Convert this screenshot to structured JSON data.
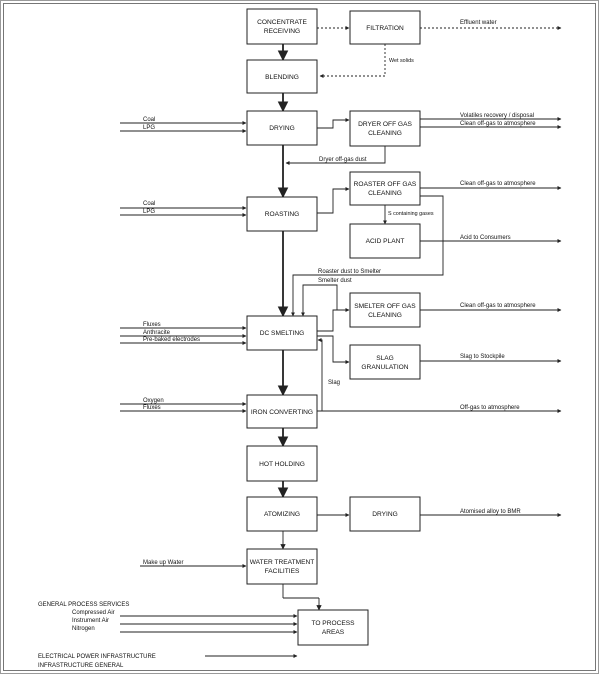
{
  "boxes": {
    "concentrate_receiving": [
      "CONCENTRATE",
      "RECEIVING"
    ],
    "filtration": [
      "FILTRATION"
    ],
    "blending": [
      "BLENDING"
    ],
    "drying": [
      "DRYING"
    ],
    "dryer_gas": [
      "DRYER OFF GAS",
      "CLEANING"
    ],
    "roasting": [
      "ROASTING"
    ],
    "roaster_gas": [
      "ROASTER OFF GAS",
      "CLEANING"
    ],
    "acid_plant": [
      "ACID PLANT"
    ],
    "dc_smelting": [
      "DC SMELTING"
    ],
    "smelter_gas": [
      "SMELTER OFF GAS",
      "CLEANING"
    ],
    "slag_granulation": [
      "SLAG",
      "GRANULATION"
    ],
    "iron_converting": [
      "IRON CONVERTING"
    ],
    "hot_holding": [
      "HOT HOLDING"
    ],
    "atomizing": [
      "ATOMIZING"
    ],
    "drying2": [
      "DRYING"
    ],
    "water_treatment": [
      "WATER TREATMENT",
      "FACILITIES"
    ],
    "process_areas": [
      "TO PROCESS",
      "AREAS"
    ]
  },
  "labels": {
    "effluent_water": "Effluent water",
    "wet_solids": "Wet solids",
    "coal_1": "Coal",
    "lpg_1": "LPG",
    "volatiles": "Volatiles recovery / disposal",
    "clean_dryer": "Clean off-gas to atmosphere",
    "dryer_dust": "Dryer off-gas dust",
    "coal_2": "Coal",
    "lpg_2": "LPG",
    "clean_roaster": "Clean off-gas to atmosphere",
    "s_gases": "S containing gases",
    "acid_consumers": "Acid to Consumers",
    "roaster_dust": "Roaster dust to Smelter",
    "smelter_dust": "Smelter dust",
    "fluxes_1": "Fluxes",
    "anthracite": "Anthracite",
    "electrodes": "Pre-baked electrodes",
    "clean_smelter": "Clean off-gas to atmosphere",
    "slag_stockpile": "Slag to Stockpile",
    "slag": "Slag",
    "oxygen": "Oxygen",
    "fluxes_2": "Fluxes",
    "offgas_atm": "Off-gas to atmosphere",
    "alloy_bmr": "Atomised alloy to BMR",
    "makeup_water": "Make up Water",
    "general_services": "GENERAL PROCESS SERVICES",
    "compressed_air": "Compressed Air",
    "instrument_air": "Instrument Air",
    "nitrogen": "Nitrogen",
    "power_1": "ELECTRICAL POWER INFRASTRUCTURE",
    "power_2": "INFRASTRUCTURE GENERAL"
  }
}
